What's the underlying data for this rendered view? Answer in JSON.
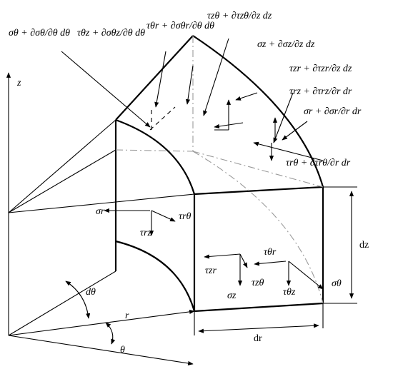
{
  "axes": {
    "z": "z",
    "r": "r",
    "theta": "θ",
    "dtheta": "dθ"
  },
  "dimensions": {
    "dz": "dz",
    "dr": "dr"
  },
  "stress_labels": {
    "sigma_r": "σr",
    "tau_r_theta": "τrθ",
    "tau_rz": "τrz",
    "tau_theta_r": "τθr",
    "tau_zr": "τzr",
    "tau_z_theta": "τzθ",
    "tau_theta_z": "τθz",
    "sigma_z": "σz",
    "sigma_theta": "σθ"
  },
  "increment_labels": {
    "sigma_theta_inc": "σθ + ∂σθ/∂θ dθ",
    "tau_theta_z_inc": "τθz + ∂σθz/∂θ dθ",
    "tau_theta_r_inc": "τθr + ∂σθr/∂θ dθ",
    "tau_z_theta_inc": "τzθ + ∂τzθ/∂z dz",
    "sigma_z_inc": "σz + ∂σz/∂z dz",
    "tau_zr_inc": "τzr + ∂τzr/∂z dz",
    "tau_rz_inc": "τrz + ∂τrz/∂r dr",
    "sigma_r_inc": "σr + ∂σr/∂r dr",
    "tau_r_theta_inc": "τrθ + ∂τrθ/∂r dr"
  },
  "colors": {
    "line": "#000000",
    "hidden_line": "#9a9a9a",
    "background": "#ffffff"
  }
}
